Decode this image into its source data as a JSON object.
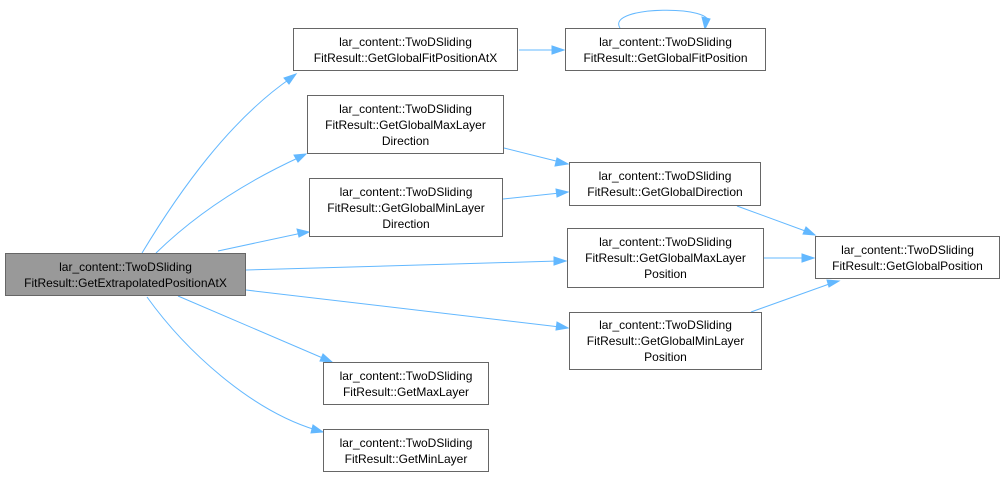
{
  "nodes": [
    {
      "id": "root",
      "lines": [
        "lar_content::TwoDSliding",
        "FitResult::GetExtrapolatedPositionAtX"
      ]
    },
    {
      "id": "fitposx",
      "lines": [
        "lar_content::TwoDSliding",
        "FitResult::GetGlobalFitPositionAtX"
      ]
    },
    {
      "id": "fitpos",
      "lines": [
        "lar_content::TwoDSliding",
        "FitResult::GetGlobalFitPosition"
      ]
    },
    {
      "id": "maxdir",
      "lines": [
        "lar_content::TwoDSliding",
        "FitResult::GetGlobalMaxLayer",
        "Direction"
      ]
    },
    {
      "id": "mindir",
      "lines": [
        "lar_content::TwoDSliding",
        "FitResult::GetGlobalMinLayer",
        "Direction"
      ]
    },
    {
      "id": "dir",
      "lines": [
        "lar_content::TwoDSliding",
        "FitResult::GetGlobalDirection"
      ]
    },
    {
      "id": "maxpos",
      "lines": [
        "lar_content::TwoDSliding",
        "FitResult::GetGlobalMaxLayer",
        "Position"
      ]
    },
    {
      "id": "minpos",
      "lines": [
        "lar_content::TwoDSliding",
        "FitResult::GetGlobalMinLayer",
        "Position"
      ]
    },
    {
      "id": "pos",
      "lines": [
        "lar_content::TwoDSliding",
        "FitResult::GetGlobalPosition"
      ]
    },
    {
      "id": "maxlayer",
      "lines": [
        "lar_content::TwoDSliding",
        "FitResult::GetMaxLayer"
      ]
    },
    {
      "id": "minlayer",
      "lines": [
        "lar_content::TwoDSliding",
        "FitResult::GetMinLayer"
      ]
    }
  ],
  "edges": [
    [
      "root",
      "fitposx"
    ],
    [
      "root",
      "maxdir"
    ],
    [
      "root",
      "mindir"
    ],
    [
      "root",
      "maxpos"
    ],
    [
      "root",
      "minpos"
    ],
    [
      "root",
      "maxlayer"
    ],
    [
      "root",
      "minlayer"
    ],
    [
      "fitposx",
      "fitpos"
    ],
    [
      "fitpos",
      "fitpos"
    ],
    [
      "maxdir",
      "dir"
    ],
    [
      "mindir",
      "dir"
    ],
    [
      "dir",
      "pos"
    ],
    [
      "maxpos",
      "pos"
    ],
    [
      "minpos",
      "pos"
    ]
  ],
  "colors": {
    "edge": "#63b8ff",
    "node_border": "#666666",
    "root_fill": "#999999",
    "node_fill": "#ffffff"
  }
}
